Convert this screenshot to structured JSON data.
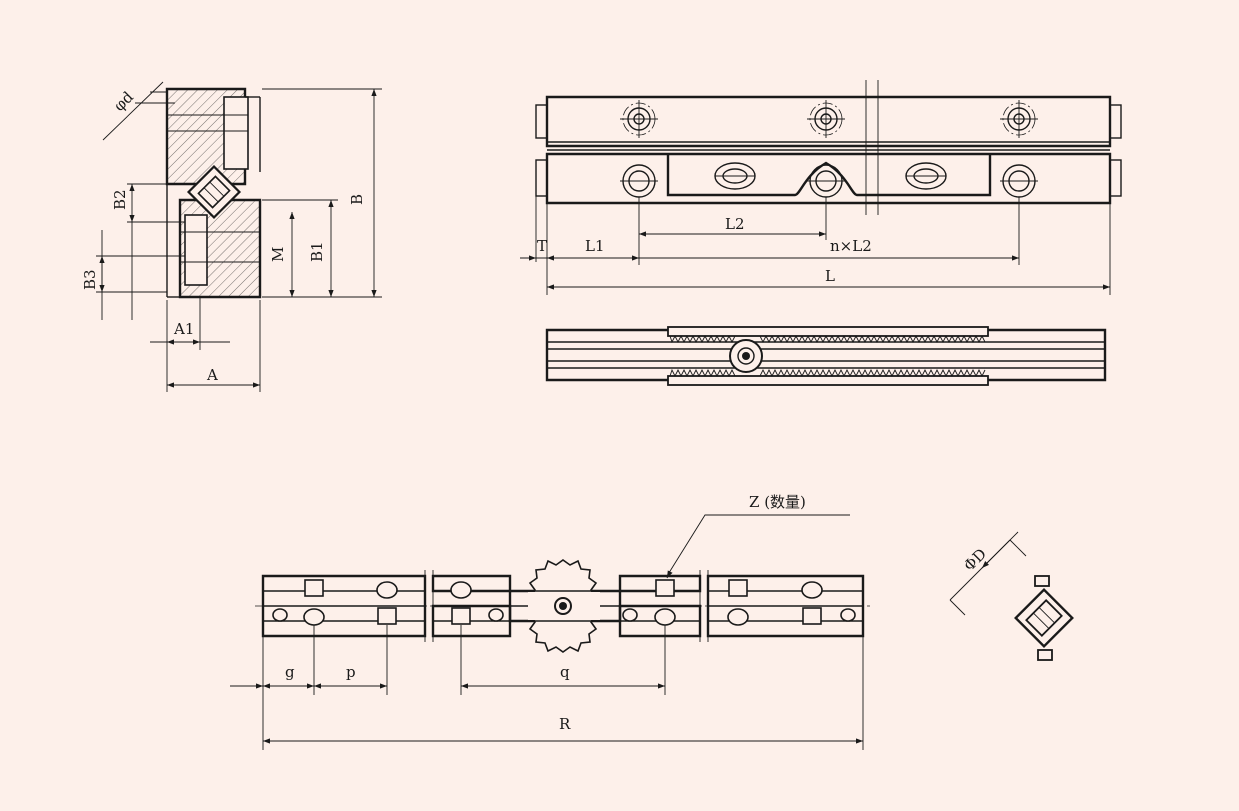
{
  "colors": {
    "background": "#fdf0ea",
    "line": "#1a1a1a"
  },
  "labels": {
    "phi_d": "φd",
    "B2": "B2",
    "B3": "B3",
    "M": "M",
    "B1": "B1",
    "B": "B",
    "A1": "A1",
    "A": "A",
    "T": "T",
    "L1": "L1",
    "L2": "L2",
    "nxL2": "n×L2",
    "L": "L",
    "Z": "Z (数量)",
    "phi_D": "ΦD",
    "g": "g",
    "p": "p",
    "q": "q",
    "R": "R"
  }
}
